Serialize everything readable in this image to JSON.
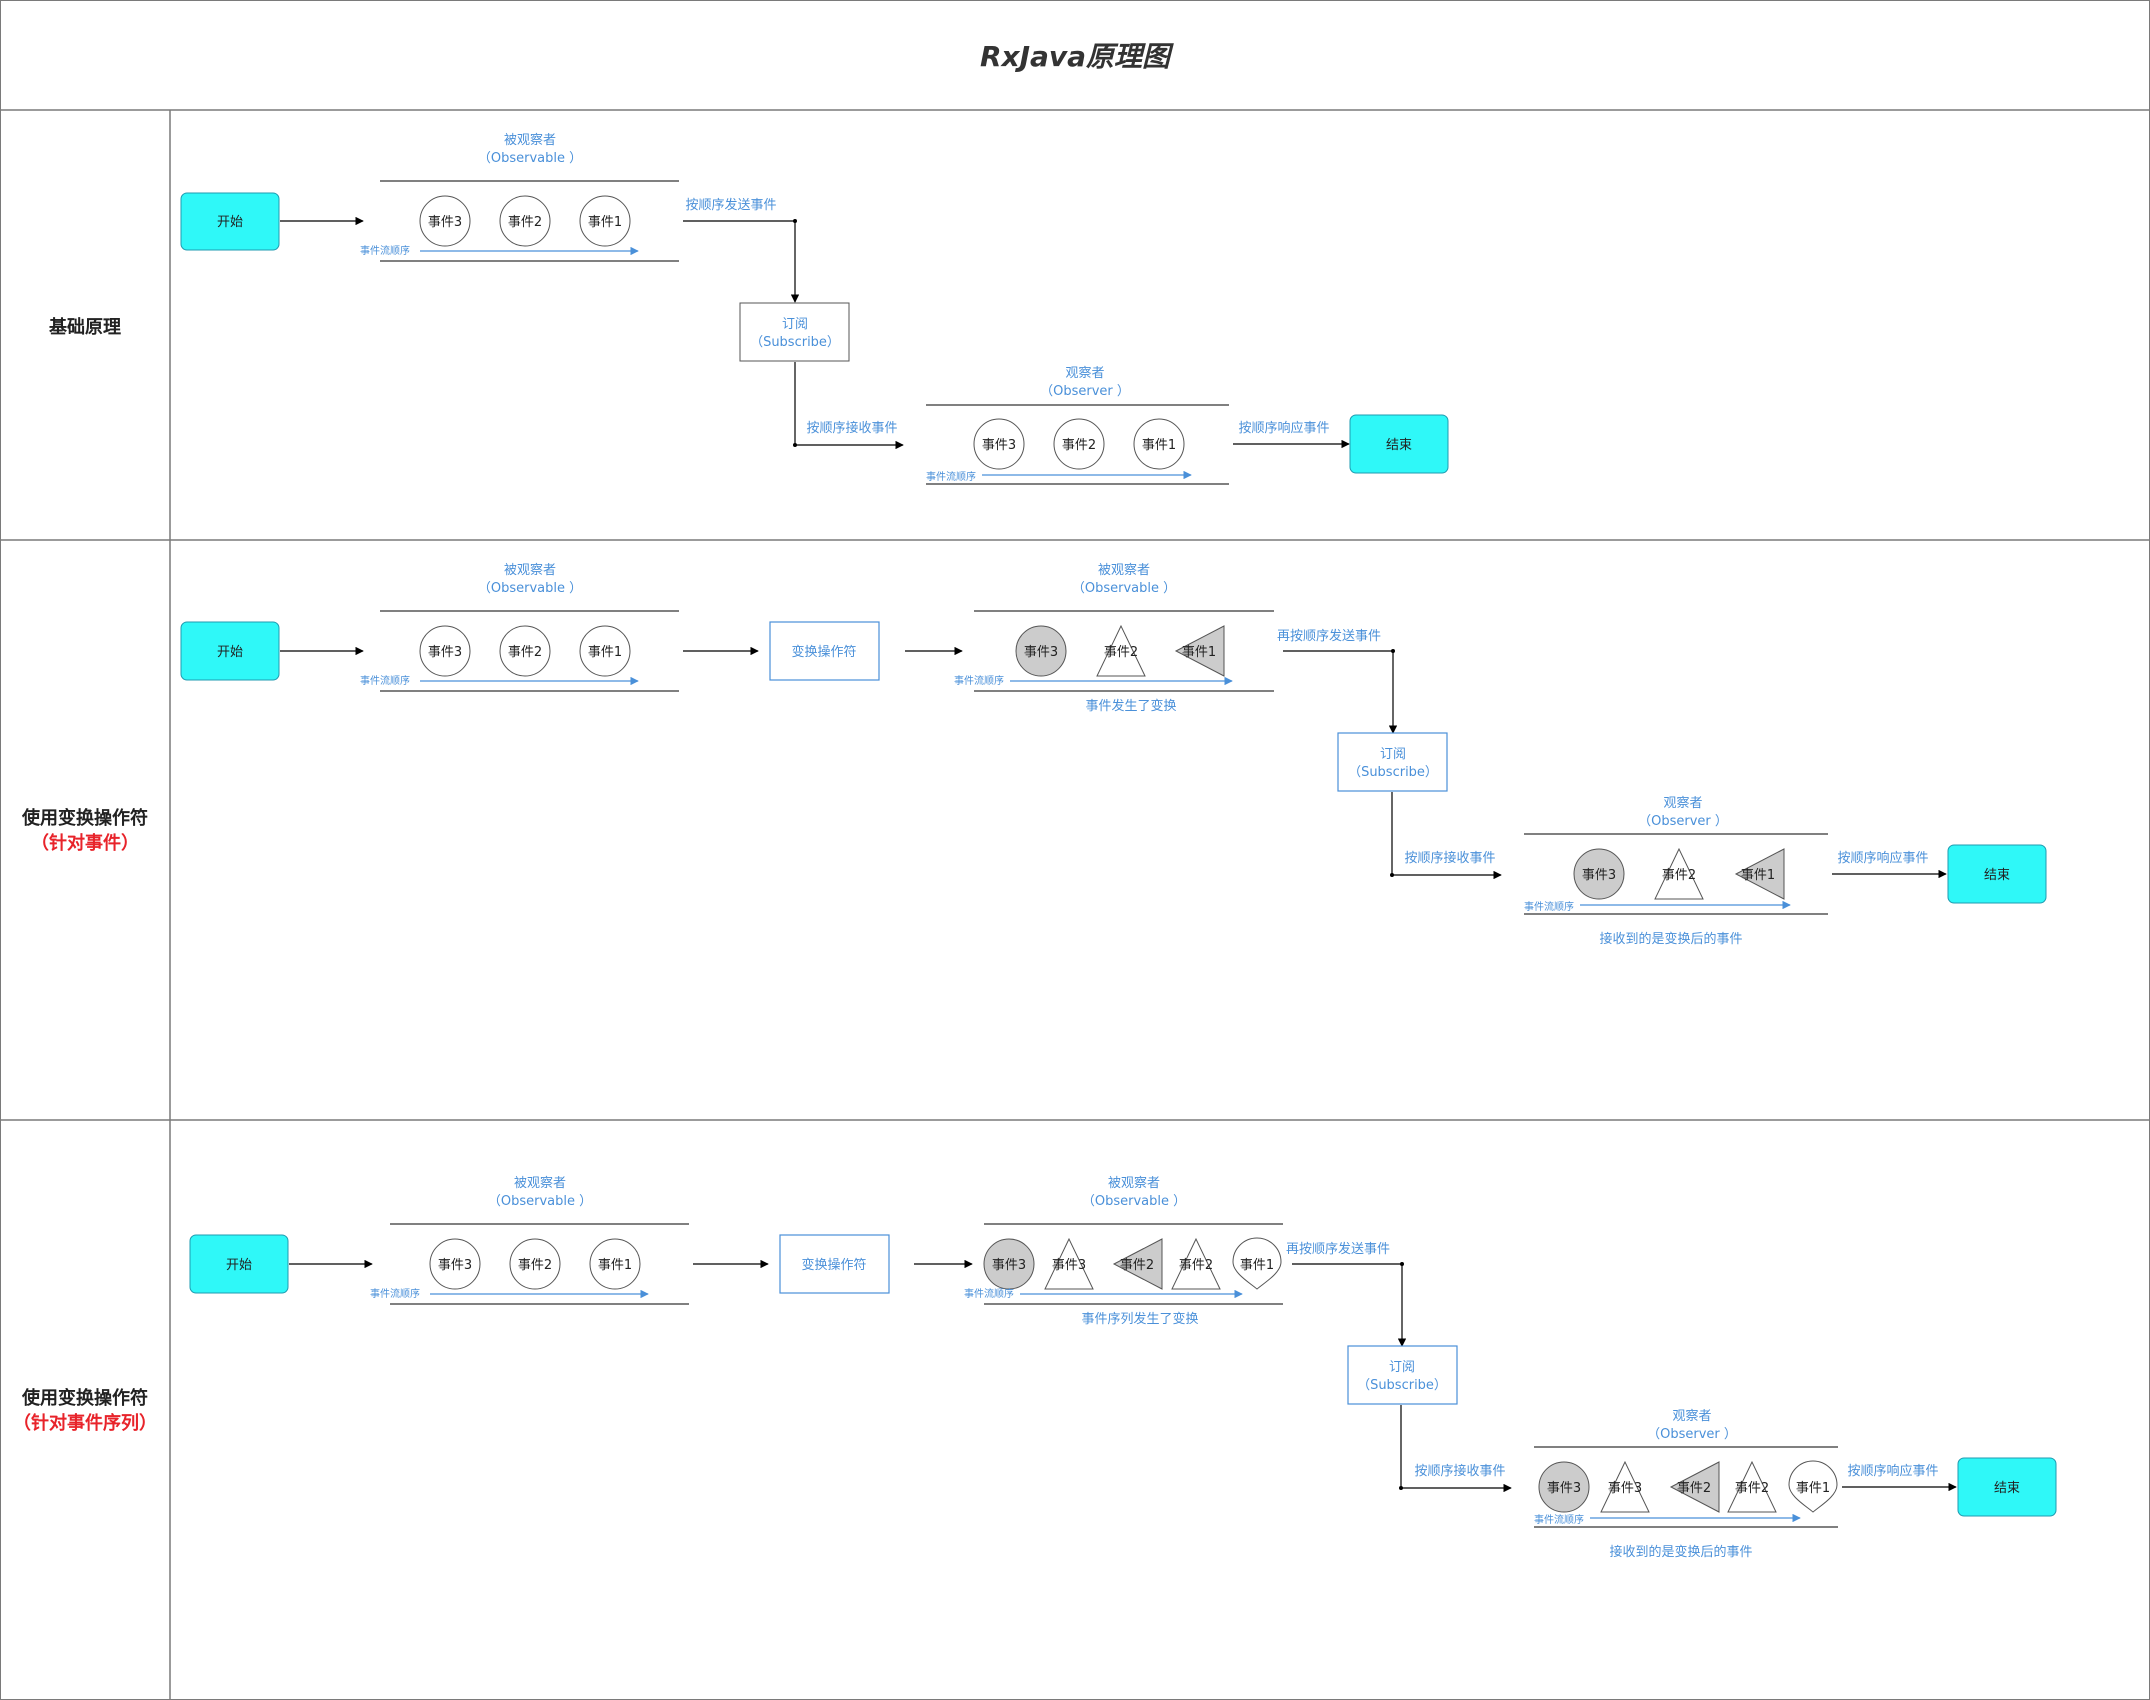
{
  "title": "RxJava原理图",
  "colors": {
    "accent": "#4a90d9",
    "terminal_fill": "#2ff8f8",
    "terminal_stroke": "#1f9bb0",
    "shape_gray": "#cccccc",
    "marker_red": "#e8232a"
  },
  "rows": [
    {
      "label": "基础原理",
      "sublabel": ""
    },
    {
      "label": "使用变换操作符",
      "sublabel": "（针对事件）"
    },
    {
      "label": "使用变换操作符",
      "sublabel": "（针对事件序列）"
    }
  ],
  "labels": {
    "start": "开始",
    "end": "结束",
    "observable_title": "被观察者",
    "observable_sub": "（Observable ）",
    "observer_title": "观察者",
    "observer_sub": "（Observer ）",
    "subscribe_title": "订阅",
    "subscribe_sub": "（Subscribe）",
    "transform_op": "变换操作符",
    "flow_order": "事件流顺序",
    "send_in_order": "按顺序发送事件",
    "resend_in_order": "再按顺序发送事件",
    "receive_in_order": "按顺序接收事件",
    "respond_in_order": "按顺序响应事件",
    "event_transformed": "事件发生了变换",
    "sequence_transformed": "事件序列发生了变换",
    "received_transformed": "接收到的是变换后的事件",
    "event1": "事件1",
    "event2": "事件2",
    "event3": "事件3"
  }
}
